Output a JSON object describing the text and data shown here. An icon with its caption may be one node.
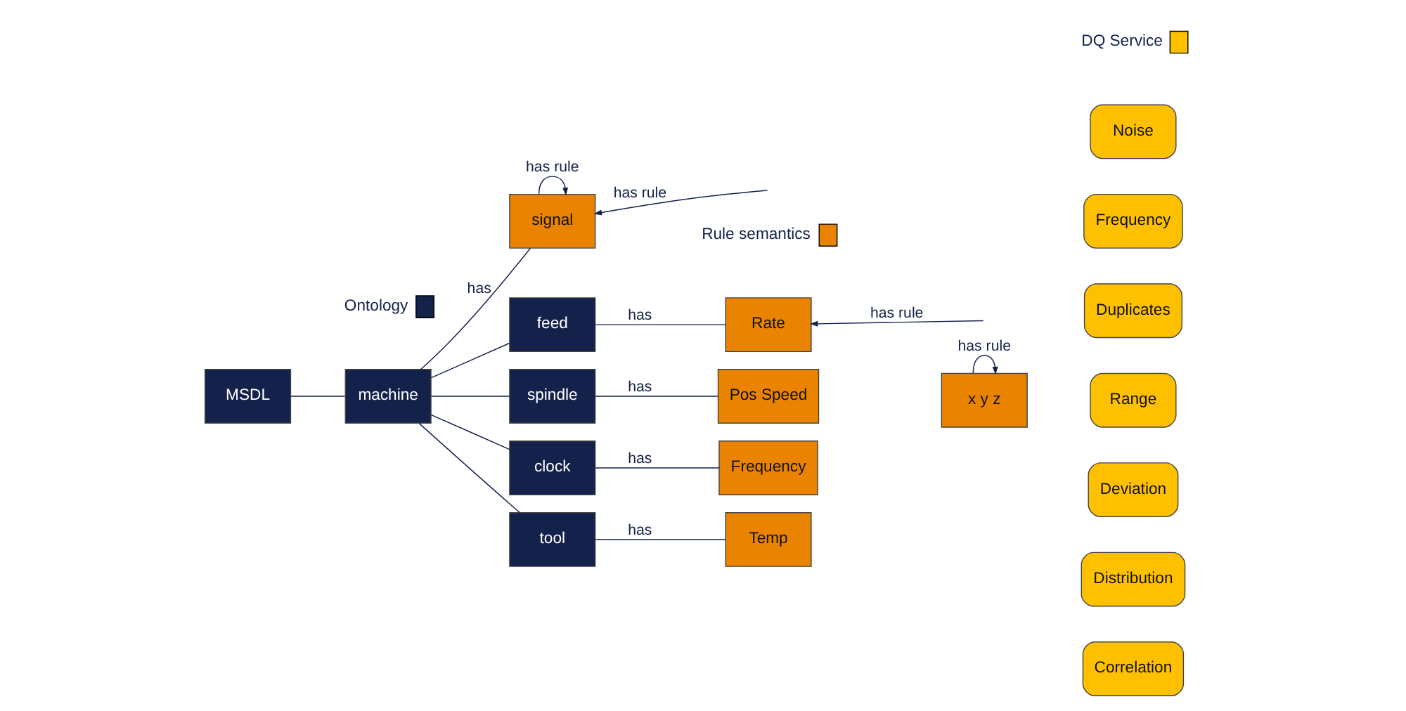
{
  "diagram": {
    "nodes": [
      {
        "text": [
          "MSDL"
        ]
      },
      {
        "text": [
          "machine"
        ]
      },
      {
        "text": [
          "signal"
        ]
      },
      {
        "text": [
          "feed"
        ]
      },
      {
        "text": [
          "Rate"
        ]
      },
      {
        "text": [
          "spindle"
        ]
      },
      {
        "text": [
          "Pos Speed"
        ]
      },
      {
        "text": [
          "x y z"
        ]
      },
      {
        "text": [
          "clock"
        ]
      },
      {
        "text": [
          "Frequency"
        ]
      },
      {
        "text": [
          "tool"
        ]
      },
      {
        "text": [
          "Temp"
        ]
      },
      {
        "text": [
          "Noise"
        ]
      },
      {
        "text": [
          "Frequency"
        ]
      },
      {
        "text": [
          "Duplicates"
        ]
      },
      {
        "text": [
          "Range"
        ]
      },
      {
        "text": [
          "Deviation"
        ]
      },
      {
        "text": [
          "Distribution"
        ]
      },
      {
        "text": [
          "Correlation"
        ]
      }
    ],
    "edges": [
      {
        "from": 0,
        "to": 1,
        "arrow": "none"
      },
      {
        "from": 1,
        "to": 2,
        "arrow": "none",
        "label": "has"
      },
      {
        "from": 2,
        "to": 2,
        "arrow": "to",
        "label": "has rule"
      },
      {
        "from": 1,
        "to": 3,
        "arrow": "none"
      },
      {
        "from": 3,
        "to": 4,
        "arrow": "none",
        "label": "has"
      },
      {
        "from": 1,
        "to": 5,
        "arrow": "none"
      },
      {
        "from": 5,
        "to": 6,
        "arrow": "none",
        "label": "has"
      },
      {
        "from": 7,
        "to": 7,
        "arrow": "to",
        "label": "has rule"
      },
      {
        "from": null,
        "to": 4,
        "arrow": "to",
        "label": "has rule"
      },
      {
        "from": null,
        "to": 2,
        "arrow": "to",
        "label": "has rule"
      },
      {
        "from": 1,
        "to": 8,
        "arrow": "none"
      },
      {
        "from": 8,
        "to": 9,
        "arrow": "none",
        "label": "has"
      },
      {
        "from": 1,
        "to": 10,
        "arrow": "none"
      },
      {
        "from": 10,
        "to": 11,
        "arrow": "none",
        "label": "has"
      }
    ],
    "legend": [
      {
        "text": "Ontology",
        "color": "#13214b"
      },
      {
        "text": "Rule semantics",
        "color": "#e98300"
      },
      {
        "text": "DQ Service",
        "color": "#ffc000"
      }
    ]
  }
}
